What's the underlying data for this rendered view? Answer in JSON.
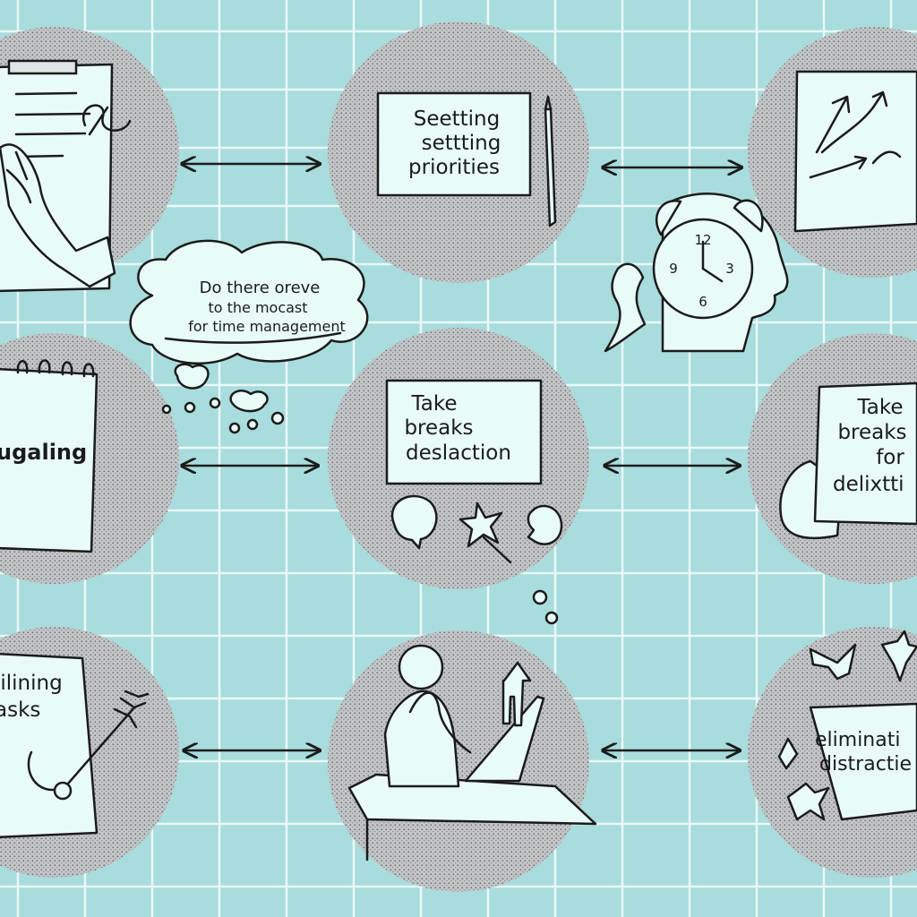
{
  "colors": {
    "background": "#a9dcdc",
    "grid": "#e9f8f8",
    "circle": "#b9bcbe",
    "paper": "#e8fbf8",
    "ink": "#1b1b1b"
  },
  "diagram": {
    "nodes": [
      {
        "id": "n1",
        "lines": []
      },
      {
        "id": "n2",
        "lines": [
          "Seetting",
          "settting",
          "priorities"
        ]
      },
      {
        "id": "n3",
        "lines": []
      },
      {
        "id": "n4",
        "lines": [
          "ugaling"
        ]
      },
      {
        "id": "n5",
        "lines": [
          "Take",
          "breaks",
          "deslaction"
        ]
      },
      {
        "id": "n6",
        "lines": [
          "Take",
          "breaks",
          "for",
          "delixtti"
        ]
      },
      {
        "id": "n7",
        "lines": [
          "iilining",
          "asks"
        ]
      },
      {
        "id": "n8",
        "lines": []
      },
      {
        "id": "n9",
        "lines": [
          "eliminati",
          "distractie"
        ]
      }
    ],
    "thought_bubble": {
      "lines": [
        "Do there oreve",
        "to the mocast",
        "for time management"
      ]
    },
    "icons": [
      "clipboard-icon",
      "writing-hand-icon",
      "pencil-icon",
      "trend-arrows-icon",
      "alarm-clock-icon",
      "head-profile-icon",
      "notepad-icon",
      "speech-bubble-icon",
      "star-icon",
      "hand-holding-sign-icon",
      "target-arrow-icon",
      "person-at-laptop-icon",
      "up-arrow-icon",
      "lightning-icon"
    ]
  }
}
